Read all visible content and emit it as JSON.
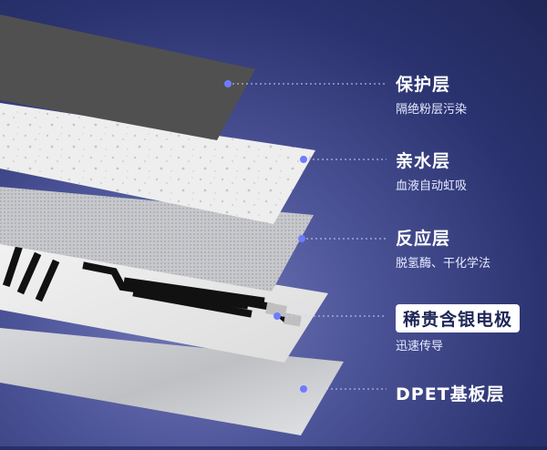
{
  "layers": [
    {
      "id": "protective",
      "title": "保护层",
      "subtitle": "隔绝粉层污染",
      "highlight": false
    },
    {
      "id": "hydrophilic",
      "title": "亲水层",
      "subtitle": "血液自动虹吸",
      "highlight": false
    },
    {
      "id": "reaction",
      "title": "反应层",
      "subtitle": "脱氢酶、干化学法",
      "highlight": false
    },
    {
      "id": "electrode",
      "title": "稀贵含银电极",
      "subtitle": "迅速传导",
      "highlight": true
    },
    {
      "id": "substrate",
      "title": "DPET基板层",
      "subtitle": "",
      "highlight": false
    }
  ],
  "colors": {
    "dot": "#6f7bff",
    "leader": "#c9ceff"
  }
}
